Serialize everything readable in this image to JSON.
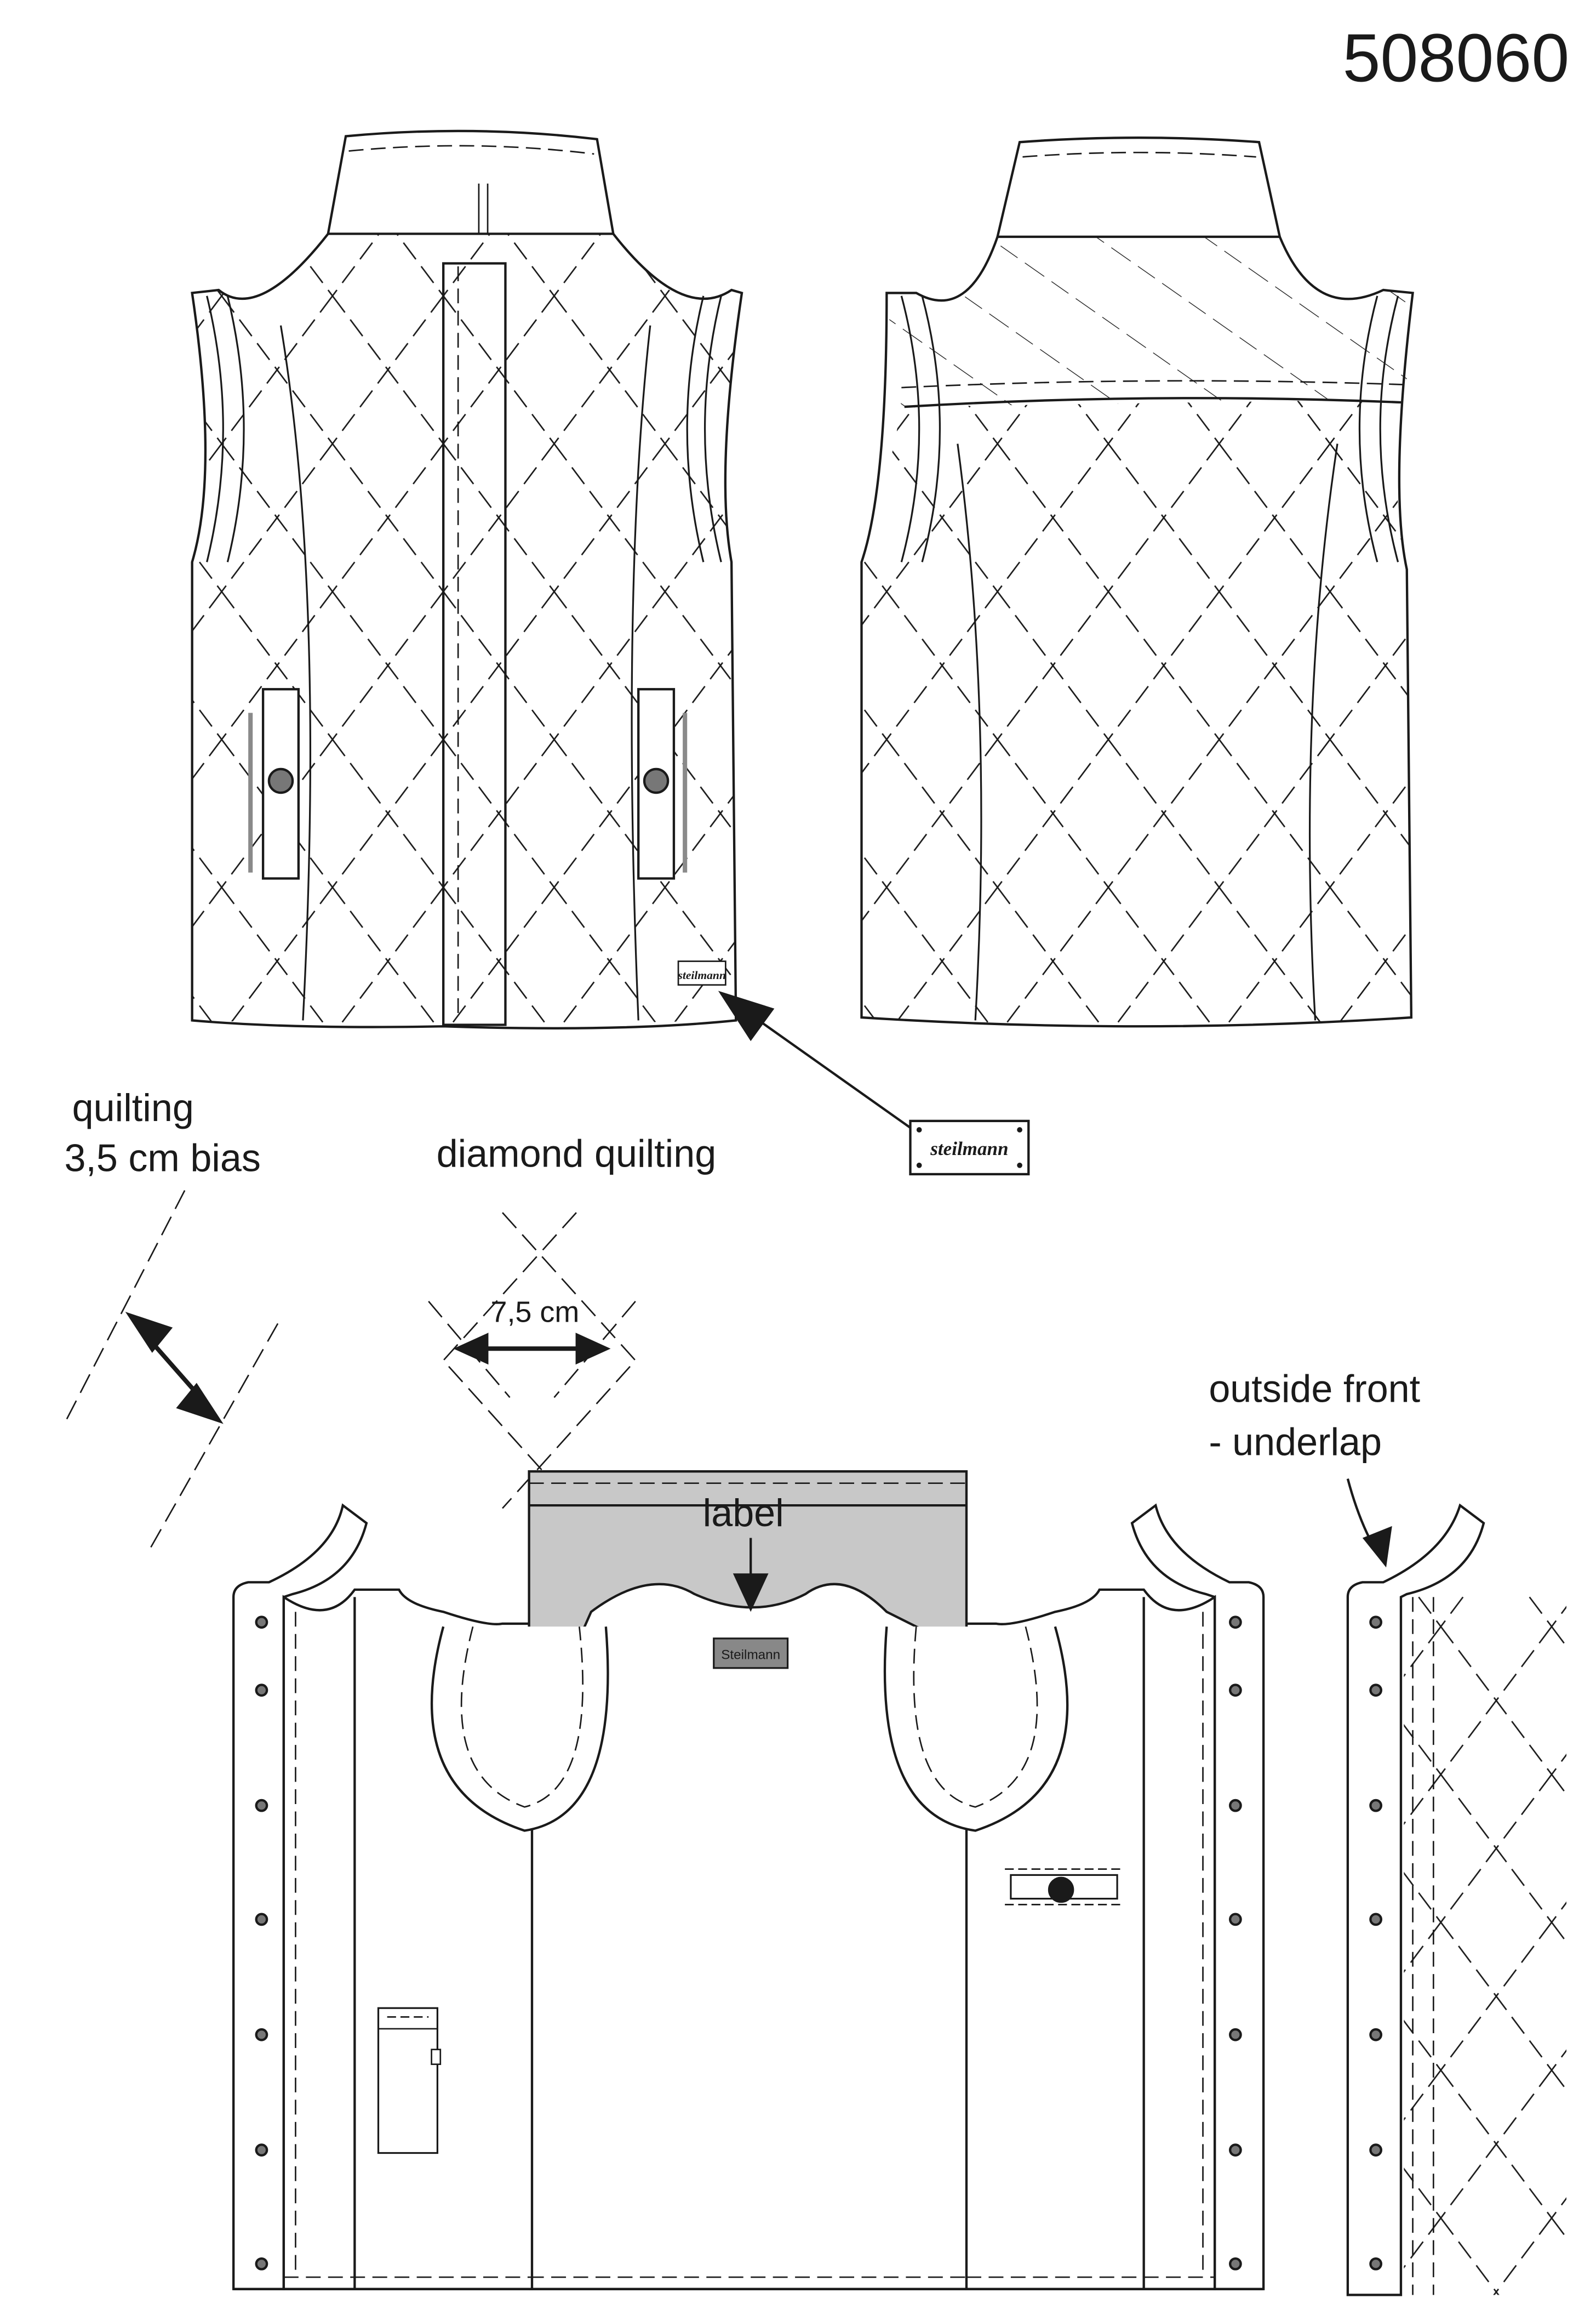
{
  "article_number": "508060",
  "annotations": {
    "quilting_line1": "quilting",
    "quilting_line2": "3,5 cm bias",
    "diamond_quilting": "diamond quilting",
    "diamond_width": "7,5 cm",
    "label_callout": "label",
    "outside_front_line1": "outside front",
    "outside_front_line2": "- underlap"
  },
  "labels": {
    "front_brand_tag": "steilmann",
    "detail_brand_tag": "steilmann",
    "inside_neck_label": "Steilmann"
  },
  "colors": {
    "ink": "#1a1a1a",
    "paper": "#ffffff",
    "back_neck_facing": "#c8c8c8",
    "pocket_bar": "#8a8a8a",
    "button": "#777777"
  }
}
